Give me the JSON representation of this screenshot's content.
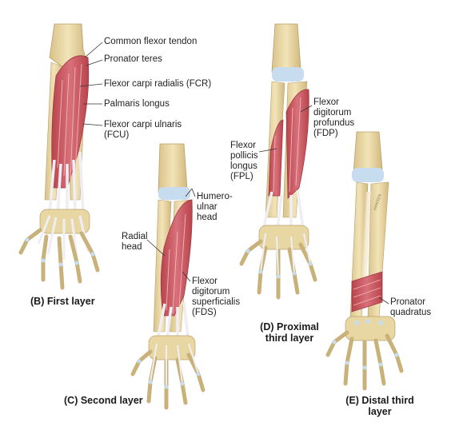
{
  "colors": {
    "bone": "#e9d7a3",
    "bone_dark": "#c9b27a",
    "cartilage": "#c7dcef",
    "muscle": "#c8535a",
    "muscle_dark": "#9f3a42",
    "tendon": "#eeeef4",
    "leader_line": "#333333"
  },
  "panels": {
    "b": {
      "caption": "(B) First layer",
      "labels": {
        "common_flexor_tendon": "Common flexor tendon",
        "pronator_teres": "Pronator teres",
        "fcr": "Flexor carpi radialis (FCR)",
        "palmaris_longus": "Palmaris longus",
        "fcu": "Flexor carpi ulnaris\n(FCU)"
      }
    },
    "c": {
      "caption": "(C) Second layer",
      "labels": {
        "humero_ulnar_head": "Humero-\nulnar\nhead",
        "radial_head": "Radial\nhead",
        "fds": "Flexor\ndigitorum\nsuperficialis\n(FDS)"
      }
    },
    "d": {
      "caption": "(D) Proximal\nthird layer",
      "labels": {
        "fdp": "Flexor\ndigitorum\nprofundus\n(FDP)",
        "fpl": "Flexor\npollicis\nlongus\n(FPL)"
      }
    },
    "e": {
      "caption": "(E) Distal third\nlayer",
      "labels": {
        "pronator_quadratus": "Pronator\nquadratus"
      },
      "watermark": "HANSEN"
    }
  }
}
